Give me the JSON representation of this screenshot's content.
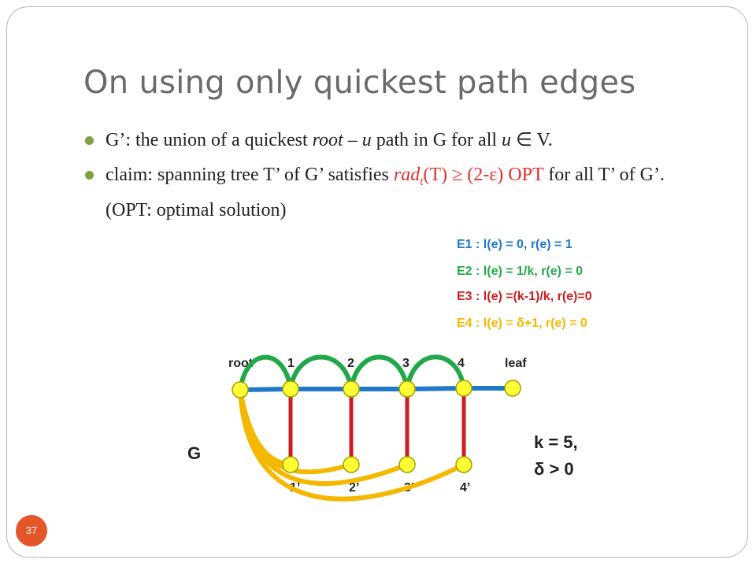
{
  "slide": {
    "title": "On using only quickest path edges",
    "page_number": "37"
  },
  "bullets": {
    "b1": {
      "t1": "G’: the union of a quickest ",
      "t2": "root",
      "t3": " – ",
      "t4": "u",
      "t5": " path in G for all ",
      "t6": "u",
      "t7": " ∈ V."
    },
    "b2": {
      "t1": "claim: spanning tree T’ of G’ satisfies ",
      "t2": "rad",
      "t3": "t",
      "t4": "(T) ≥ (2-ε) OPT",
      "t5": " for all T’ of G’.  (OPT: optimal solution)"
    }
  },
  "legend": {
    "e1": "E1 :  l(e) = 0,  r(e) = 1",
    "e2": "E2 :  l(e) = 1/k,  r(e) = 0",
    "e3": "E3 : l(e) =(k-1)/k, r(e)=0",
    "e4": "E4 : l(e) = δ+1,  r(e) = 0"
  },
  "graph": {
    "name": "G",
    "top_labels": [
      "root",
      "1",
      "2",
      "3",
      "4",
      "leaf"
    ],
    "bottom_labels": [
      "1’",
      "2’",
      "3’",
      "4’"
    ],
    "params_line1": "k = 5,",
    "params_line2": "δ > 0"
  },
  "colors": {
    "e1": "#1f78c8",
    "e2": "#22a84a",
    "e3": "#c81e1e",
    "e4": "#f5b800",
    "node_fill": "#ffff33",
    "node_stroke": "#a0a000",
    "bullet": "#7fa23e",
    "page_badge": "#e4562a"
  }
}
